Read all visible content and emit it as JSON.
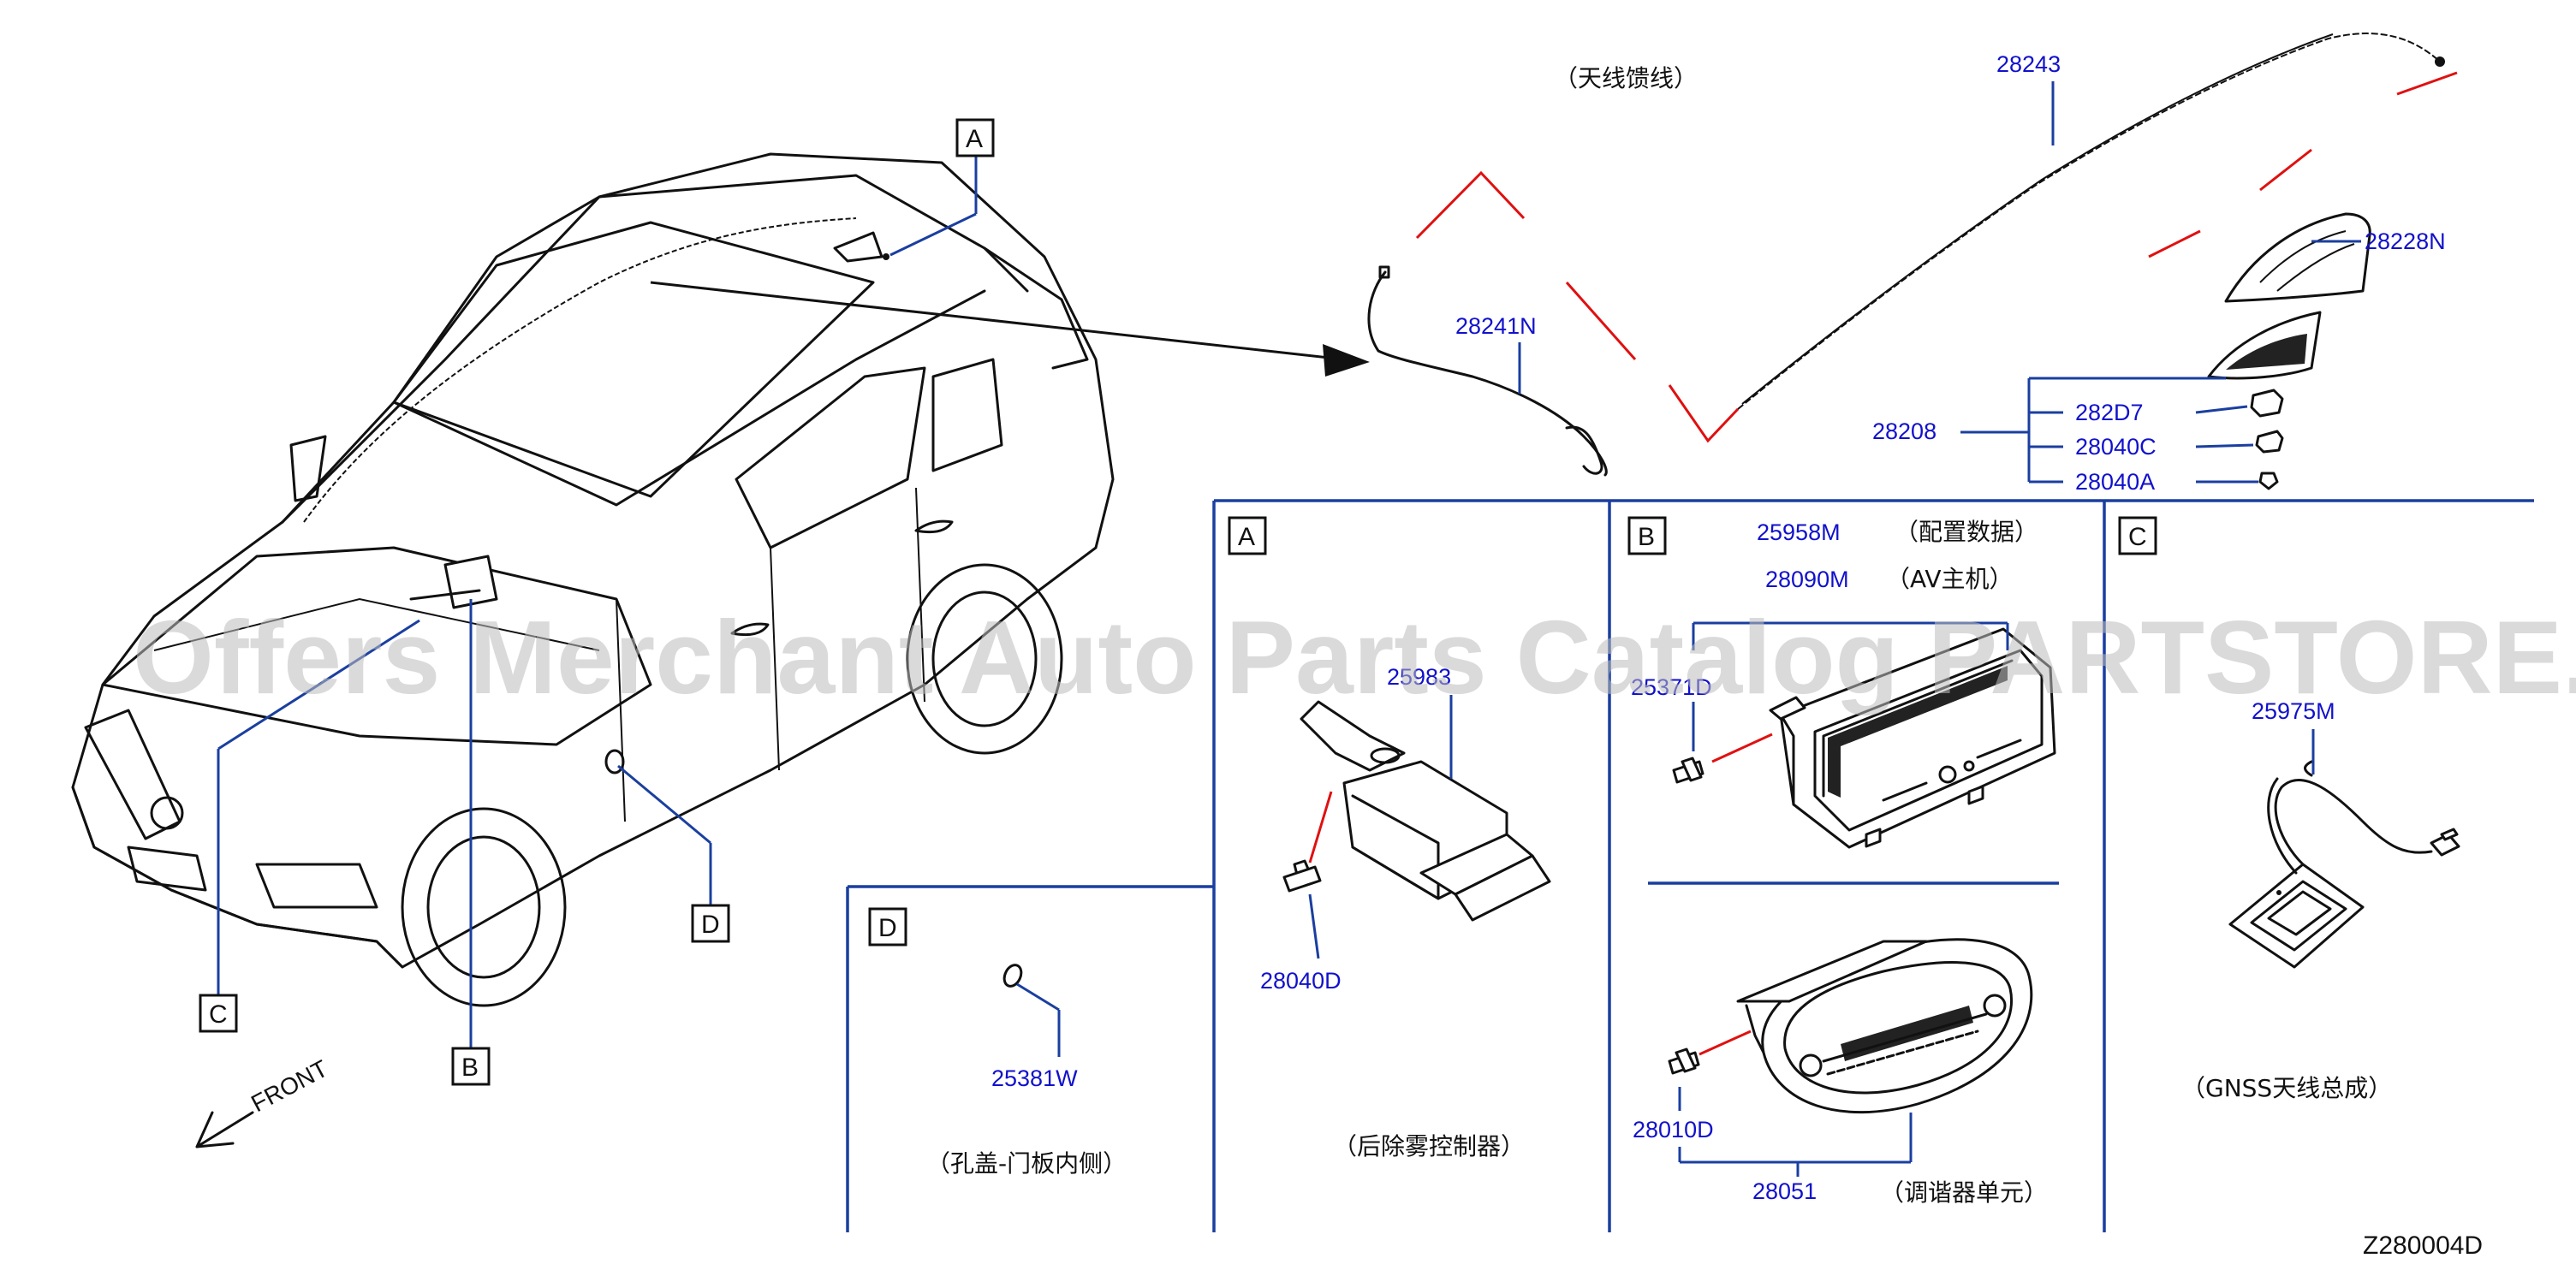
{
  "watermark": "Offers Merchant Auto Parts Catalog PARTSTORE.SA",
  "diagram_code": "Z280004D",
  "front_label": "FRONT",
  "callouts": {
    "A": "A",
    "B": "B",
    "C": "C",
    "D": "D"
  },
  "captions": {
    "antenna_feeder": "（天线馈线）",
    "config_data": "（配置数据）",
    "av_head_unit": "（AV主机）",
    "rear_defogger_controller": "（后除雾控制器）",
    "hole_cover_door": "（孔盖-门板内侧）",
    "tuner_unit": "（调谐器单元）",
    "gnss_antenna": "（GNSS天线总成）"
  },
  "part_numbers": {
    "p28243": "28243",
    "p28228N": "28228N",
    "p28241N": "28241N",
    "p28208": "28208",
    "p282D7": "282D7",
    "p28040C": "28040C",
    "p28040A": "28040A",
    "p25958M": "25958M",
    "p28090M": "28090M",
    "p25371D": "25371D",
    "p25983": "25983",
    "p28040D": "28040D",
    "p25975M": "25975M",
    "p25381W": "25381W",
    "p28010D": "28010D",
    "p28051": "28051"
  },
  "colors": {
    "part_number": "#1111cc",
    "leader": "#1a3fa0",
    "red_break": "#e01010"
  }
}
